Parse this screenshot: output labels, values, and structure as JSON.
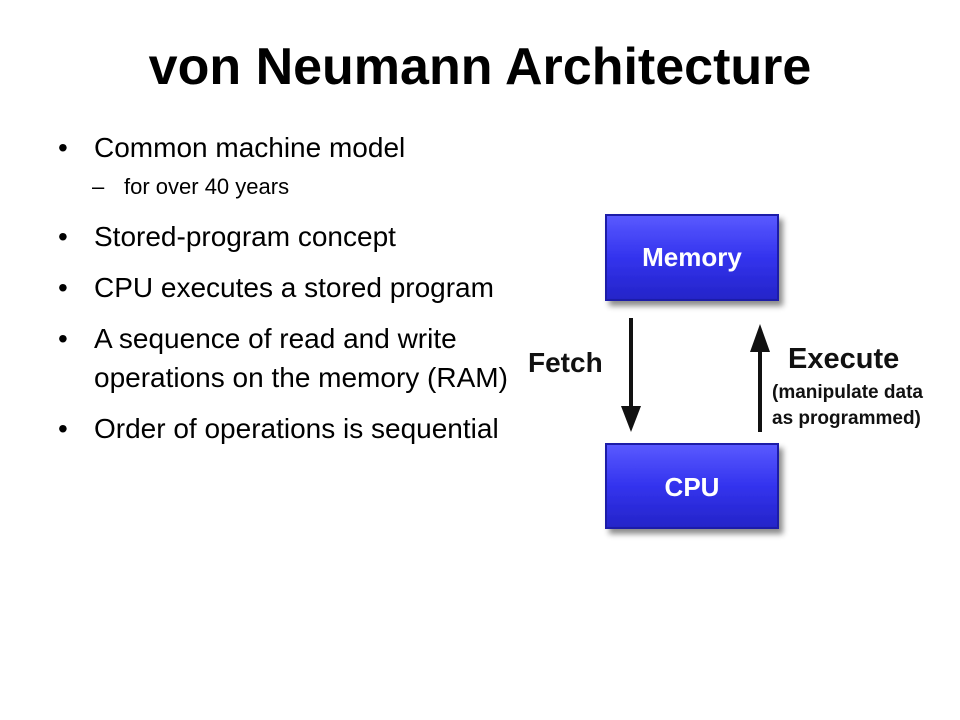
{
  "slide": {
    "title": "von Neumann Architecture",
    "bullets": [
      "Common machine model",
      "Stored-program concept",
      "CPU executes a stored program",
      "A sequence of read and write operations on the memory (RAM)",
      "Order of operations is sequential"
    ],
    "subbullets": [
      "for over 40 years"
    ]
  },
  "diagram": {
    "memory_label": "Memory",
    "cpu_label": "CPU",
    "fetch_label": "Fetch",
    "execute_label": "Execute",
    "execute_note_line1": "(manipulate data",
    "execute_note_line2": "as programmed)",
    "box_color": "#3333ee",
    "box_edge_color": "#1a1aa8",
    "arrow_color": "#111111"
  },
  "icons": {
    "bullet": "•",
    "dash": "–"
  }
}
